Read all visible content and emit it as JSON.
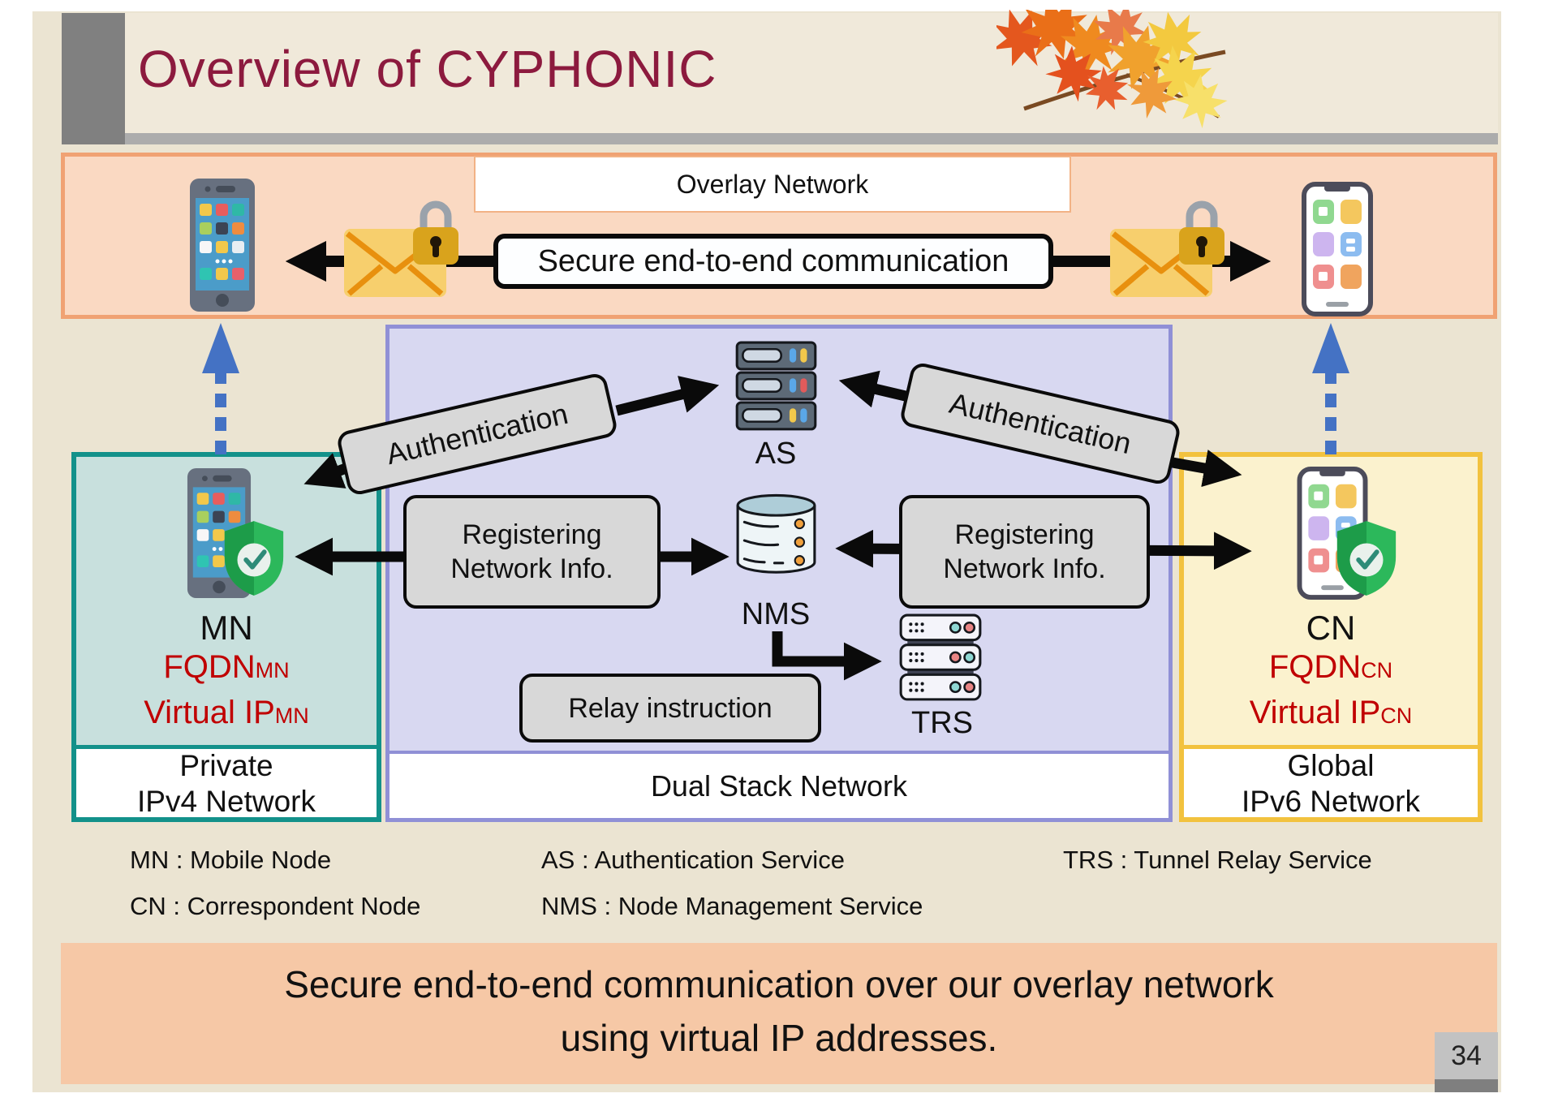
{
  "slide": {
    "title": "Overview of CYPHONIC",
    "page_number": "34",
    "banner": {
      "line1": "Secure end-to-end communication over our overlay network",
      "line2": "using virtual IP addresses."
    }
  },
  "overlay": {
    "label": "Overlay Network",
    "secure_label": "Secure end-to-end communication"
  },
  "core_network": {
    "label": "Dual Stack Network",
    "as_label": "AS",
    "nms_label": "NMS",
    "trs_label": "TRS",
    "auth_left": "Authentication",
    "auth_right": "Authentication",
    "reg_left": {
      "line1": "Registering",
      "line2": "Network Info."
    },
    "reg_right": {
      "line1": "Registering",
      "line2": "Network Info."
    },
    "relay": "Relay instruction"
  },
  "mobile_node": {
    "label": "MN",
    "fqdn": {
      "base": "FQDN",
      "sub": "MN"
    },
    "virtual_ip": {
      "base": "Virtual IP",
      "sub": "MN"
    },
    "network": {
      "line1": "Private",
      "line2": "IPv4 Network"
    }
  },
  "correspondent_node": {
    "label": "CN",
    "fqdn": {
      "base": "FQDN",
      "sub": "CN"
    },
    "virtual_ip": {
      "base": "Virtual IP",
      "sub": "CN"
    },
    "network": {
      "line1": "Global",
      "line2": "IPv6 Network"
    }
  },
  "legend": {
    "items": [
      "MN : Mobile Node",
      "CN : Correspondent Node",
      "AS : Authentication Service",
      "NMS : Node Management Service",
      "TRS : Tunnel Relay Service"
    ]
  },
  "colors": {
    "title_text": "#8C1A3E",
    "overlay_fill": "#FAD9C2",
    "overlay_border": "#F0A273",
    "core_fill": "#D8D8F1",
    "core_border": "#9090D6",
    "mn_fill": "#C8E0DD",
    "mn_border": "#13918A",
    "cn_fill": "#FBF2CE",
    "cn_border": "#F2C23E",
    "banner_fill": "#F6C8A6",
    "accent_red": "#C00000",
    "arrow_black": "#0A0A0A",
    "arrow_blue": "#4472C4",
    "label_fill": "#D8D8D8"
  }
}
